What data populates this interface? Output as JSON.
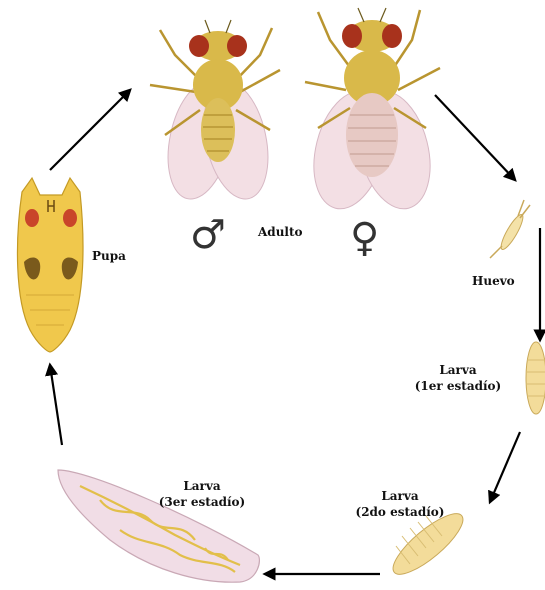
{
  "diagram": {
    "stages": {
      "adult": {
        "label": "Adulto",
        "male_symbol": "♂",
        "female_symbol": "♀"
      },
      "egg": {
        "label": "Huevo"
      },
      "larva1": {
        "line1": "Larva",
        "line2": "(1er estadío)"
      },
      "larva2": {
        "line1": "Larva",
        "line2": "(2do estadío)"
      },
      "larva3": {
        "line1": "Larva",
        "line2": "(3er estadío)"
      },
      "pupa": {
        "label": "Pupa"
      }
    },
    "colors": {
      "fly_body": "#d9b94a",
      "fly_eye": "#a8321c",
      "wing": "#f3dfe4",
      "larva_fill": "#f3dc9a",
      "larva_large_fill": "#f1dde6",
      "pupa_fill": "#f0c84c",
      "arrow": "#000000"
    }
  }
}
